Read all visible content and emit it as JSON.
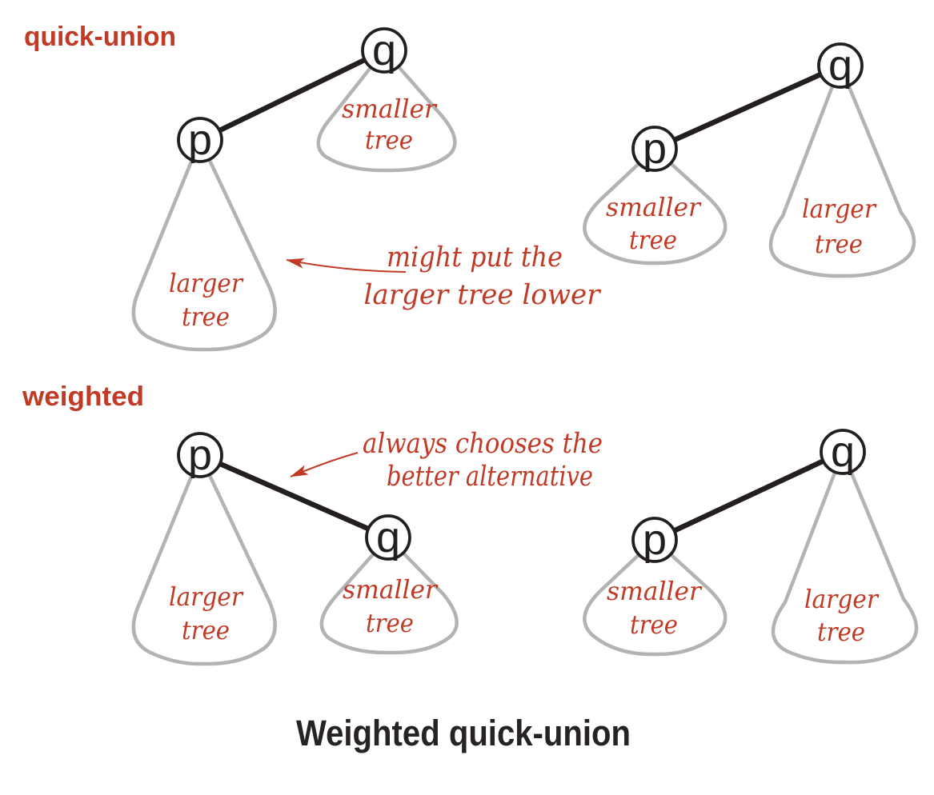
{
  "figure": {
    "section1_label": "quick-union",
    "section2_label": "weighted",
    "caption": "Weighted quick-union"
  },
  "node_labels": {
    "p": "p",
    "q": "q"
  },
  "tree_labels": {
    "smaller_line1": "smaller",
    "smaller_line2": "tree",
    "larger_line1": "larger",
    "larger_line2": "tree"
  },
  "annotations": {
    "quick_union_line1": "might put the",
    "quick_union_line2": "larger tree lower",
    "weighted_line1": "always chooses the",
    "weighted_line2": "better alternative"
  },
  "colors": {
    "accent_red": "#c03a26",
    "tree_outline_gray": "#b3b3b3",
    "ink_black": "#231f20"
  }
}
